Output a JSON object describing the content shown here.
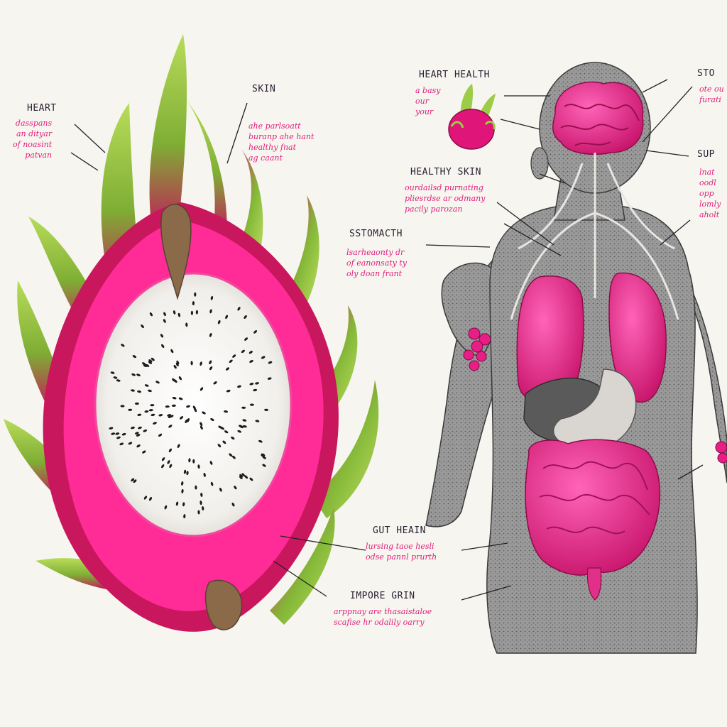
{
  "labels": {
    "heart": {
      "title": "HEART",
      "caption": "dasspans\nan dityar\nof noasint\npatvan"
    },
    "skin": {
      "title": "SKIN",
      "caption": "ahe parlsoatt\nburanp ahe hant\nhealthy fnat\nag caant"
    },
    "heart_health": {
      "title": "HEART HEALTH",
      "caption": "a basy\nour\nyour"
    },
    "healthy_skin": {
      "title": "HEALTHY SKIN",
      "caption": "ourdailsd purnating\npliesrdse ar odmany\npacily parozan"
    },
    "stomach": {
      "title": "SSTOMACTH",
      "caption": "lsarheaonty dr\nof eanonsaty ty\noly doan frant"
    },
    "sto": {
      "title": "STO",
      "caption": "ote ou\nfurati"
    },
    "sup": {
      "title": "SUP",
      "caption": "lnat\noodl\nopp\nlomly\naholt"
    },
    "gut_health": {
      "title": "GUT HEAIN",
      "caption": "lursing taoe hesli\nodse pannl prurth"
    },
    "improve_skin": {
      "title": "IMPORE GRIN",
      "caption": "arppnay are thasaistaloe\nscafise hr odalily oarry"
    }
  },
  "colors": {
    "magenta": "#e8187e",
    "hot_pink": "#ff2e9a",
    "crimson": "#b0124e",
    "leaf_green": "#8cc43a",
    "flesh": "#f4f2ee",
    "seed": "#1c1c1c",
    "body_gray": "#8a8a8a",
    "label_pink": "#e0207a",
    "label_dark": "#2b2233"
  }
}
